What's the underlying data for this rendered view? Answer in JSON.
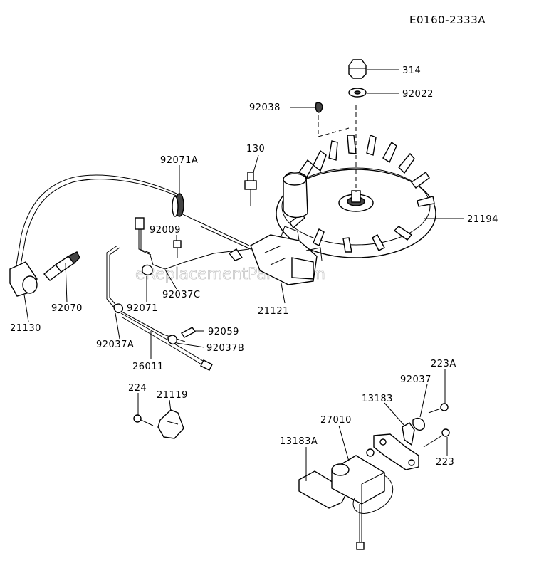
{
  "diagram_code": "E0160-2333A",
  "watermark": "eReplacementParts.com",
  "parts": [
    {
      "number": "314"
    },
    {
      "number": "92022"
    },
    {
      "number": "92038"
    },
    {
      "number": "130"
    },
    {
      "number": "92071A"
    },
    {
      "number": "21194"
    },
    {
      "number": "92009"
    },
    {
      "number": "21121"
    },
    {
      "number": "92037C"
    },
    {
      "number": "92071"
    },
    {
      "number": "92070"
    },
    {
      "number": "21130"
    },
    {
      "number": "92059"
    },
    {
      "number": "92037A"
    },
    {
      "number": "92037B"
    },
    {
      "number": "26011"
    },
    {
      "number": "224"
    },
    {
      "number": "21119"
    },
    {
      "number": "223A"
    },
    {
      "number": "92037"
    },
    {
      "number": "13183"
    },
    {
      "number": "27010"
    },
    {
      "number": "13183A"
    },
    {
      "number": "223"
    }
  ]
}
